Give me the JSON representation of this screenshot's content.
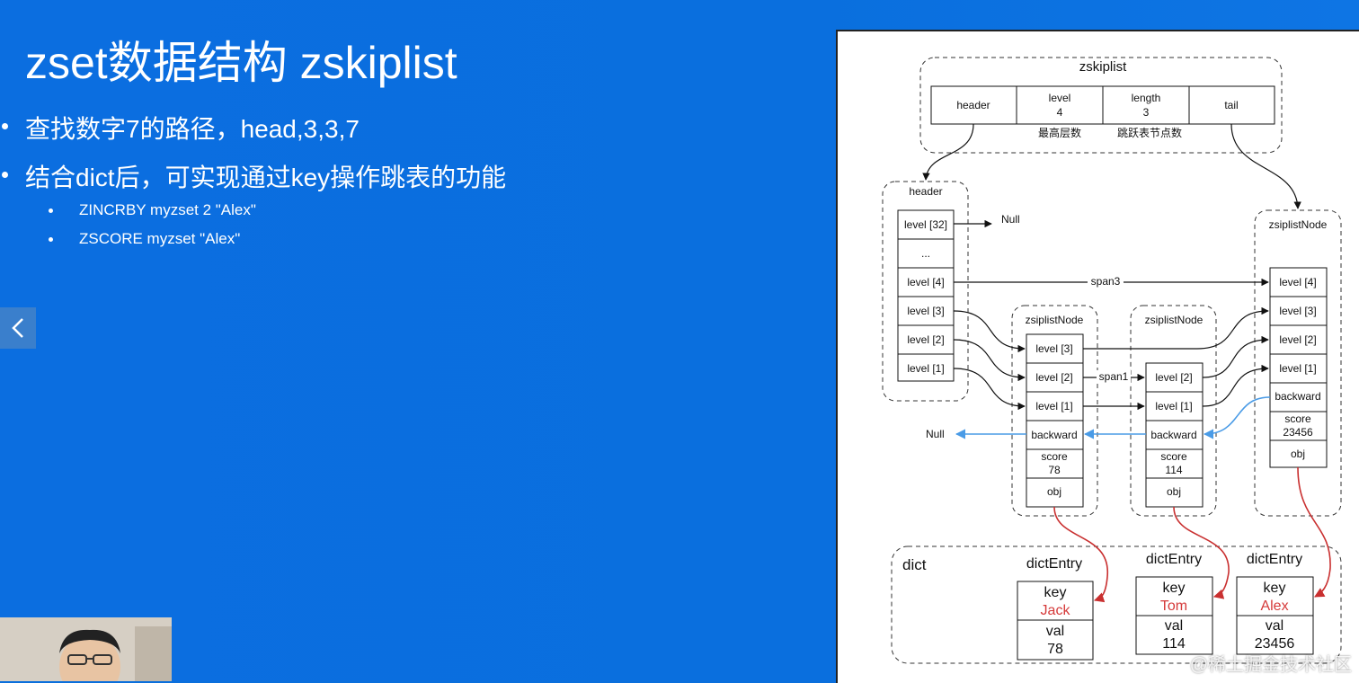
{
  "slide": {
    "title": "zset数据结构 zskiplist",
    "bullets": [
      "查找数字7的路径，head,3,3,7",
      "结合dict后，可实现通过key操作跳表的功能"
    ],
    "sub_bullets": [
      "ZINCRBY myzset 2 \"Alex\"",
      "ZSCORE myzset \"Alex\""
    ]
  },
  "nav": {
    "prev_icon": "chevron-left-icon",
    "next_icon": "chevron-right-icon"
  },
  "diagram": {
    "zskiplist": {
      "title": "zskiplist",
      "cells": [
        {
          "line1": "header",
          "line2": ""
        },
        {
          "line1": "level",
          "line2": "4"
        },
        {
          "line1": "length",
          "line2": "3"
        },
        {
          "line1": "tail",
          "line2": ""
        }
      ],
      "captions": [
        "最高层数",
        "跳跃表节点数"
      ]
    },
    "header_node": {
      "title": "header",
      "levels": [
        "level [32]",
        "...",
        "level [4]",
        "level [3]",
        "level [2]",
        "level [1]"
      ],
      "null_label": "Null"
    },
    "nodes": [
      {
        "title": "zsiplistNode",
        "levels": [
          "level [3]",
          "level [2]",
          "level [1]"
        ],
        "backward": "backward",
        "score_label": "score",
        "score": "78",
        "obj": "obj"
      },
      {
        "title": "zsiplistNode",
        "levels": [
          "level [2]",
          "level [1]"
        ],
        "backward": "backward",
        "score_label": "score",
        "score": "114",
        "obj": "obj"
      },
      {
        "title": "zsiplistNode",
        "levels": [
          "level [4]",
          "level [3]",
          "level [2]",
          "level [1]"
        ],
        "backward": "backward",
        "score_label": "score",
        "score": "23456",
        "obj": "obj"
      }
    ],
    "span_labels": {
      "span3": "span3",
      "span1": "span1"
    },
    "backward_null": "Null",
    "dict": {
      "title": "dict",
      "entries": [
        {
          "title": "dictEntry",
          "key_label": "key",
          "key": "Jack",
          "val_label": "val",
          "val": "78"
        },
        {
          "title": "dictEntry",
          "key_label": "key",
          "key": "Tom",
          "val_label": "val",
          "val": "114"
        },
        {
          "title": "dictEntry",
          "key_label": "key",
          "key": "Alex",
          "val_label": "val",
          "val": "23456"
        }
      ]
    },
    "colors": {
      "backward_arrow": "#4a9be6",
      "obj_arrow": "#c93030",
      "key_text": "#d53a3a"
    }
  },
  "watermark": "@稀土掘金技术社区"
}
